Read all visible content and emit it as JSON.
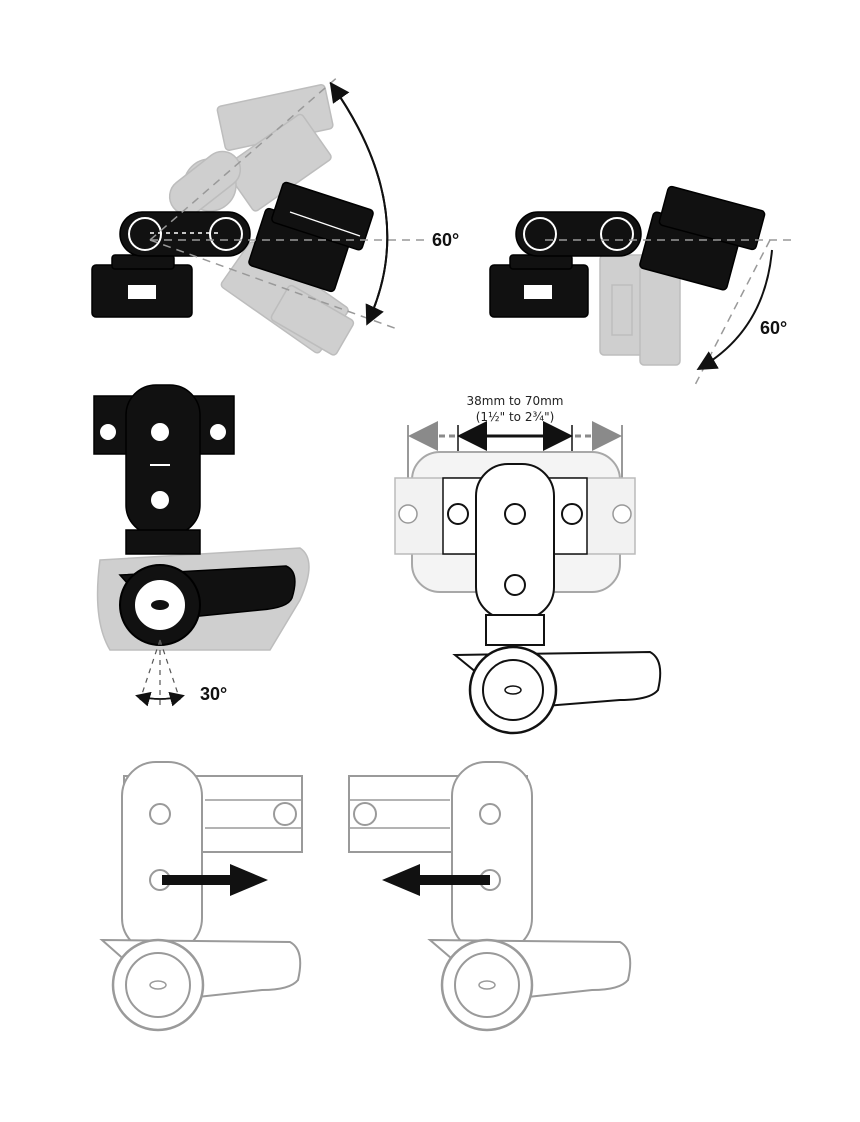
{
  "labels": {
    "tilt_up_angle": "60°",
    "tilt_down_angle": "60°",
    "swivel_angle": "30°",
    "range_line1": "38mm to 70mm",
    "range_line2": "(1½\" to 2¾\")"
  },
  "colors": {
    "dark": "#111111",
    "ghost": "#cfcfcf",
    "outline": "#9a9a9a",
    "arrow_grey": "#8a8a8a"
  },
  "icons": [
    "tilt-arc-arrow",
    "range-double-arrow",
    "slide-right-arrow",
    "slide-left-arrow"
  ]
}
